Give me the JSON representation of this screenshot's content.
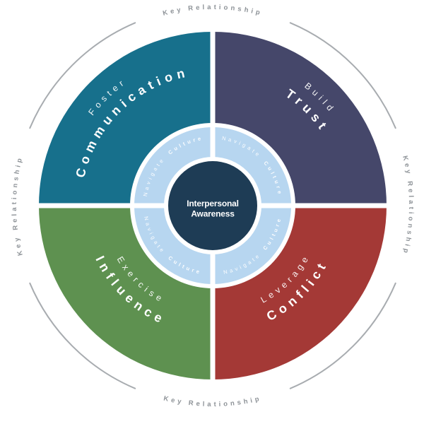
{
  "diagram": {
    "center_label": {
      "line1": "Interpersonal",
      "line2": "Awareness"
    },
    "inner_ring_label": {
      "word1": "Navigate",
      "word2": "Culture"
    },
    "outer_label": "Key Relationship",
    "quadrants": [
      {
        "position": "top-left",
        "action": "Foster",
        "competency": "Communication",
        "color": "#17708C"
      },
      {
        "position": "top-right",
        "action": "Build",
        "competency": "Trust",
        "color": "#45476A"
      },
      {
        "position": "bottom-right",
        "action": "Leverage",
        "competency": "Conflict",
        "color": "#A43936"
      },
      {
        "position": "bottom-left",
        "action": "Exercise",
        "competency": "Influence",
        "color": "#5E9150"
      }
    ],
    "colors": {
      "inner_ring": "#B7D6F0",
      "center_circle": "#1E3C55",
      "divider": "#FFFFFF",
      "outer_arc": "#A8ACB0",
      "outer_text": "#8E9398",
      "background": "#FFFFFF"
    }
  }
}
